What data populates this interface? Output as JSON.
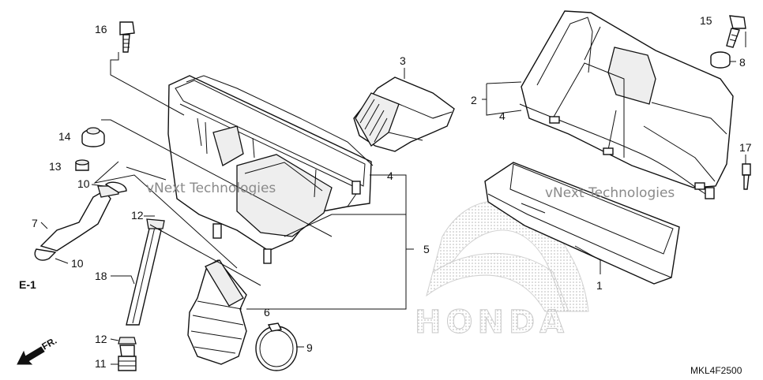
{
  "diagram": {
    "reference_code": "MKL4F2500",
    "direction_label": "FR.",
    "section_ref": "E-1",
    "brand_watermark": "HONDA",
    "watermark_text": "vNext Technologies",
    "callouts": [
      {
        "id": "c16",
        "label": "16"
      },
      {
        "id": "c14",
        "label": "14"
      },
      {
        "id": "c13",
        "label": "13"
      },
      {
        "id": "c10a",
        "label": "10"
      },
      {
        "id": "c7",
        "label": "7"
      },
      {
        "id": "c10b",
        "label": "10"
      },
      {
        "id": "c12a",
        "label": "12"
      },
      {
        "id": "c18",
        "label": "18"
      },
      {
        "id": "c12b",
        "label": "12"
      },
      {
        "id": "c11",
        "label": "11"
      },
      {
        "id": "c3",
        "label": "3"
      },
      {
        "id": "c4a",
        "label": "4"
      },
      {
        "id": "c5",
        "label": "5"
      },
      {
        "id": "c6",
        "label": "6"
      },
      {
        "id": "c9",
        "label": "9"
      },
      {
        "id": "c2",
        "label": "2"
      },
      {
        "id": "c4b",
        "label": "4"
      },
      {
        "id": "c15",
        "label": "15"
      },
      {
        "id": "c8",
        "label": "8"
      },
      {
        "id": "c17",
        "label": "17"
      },
      {
        "id": "c1",
        "label": "1"
      }
    ]
  }
}
